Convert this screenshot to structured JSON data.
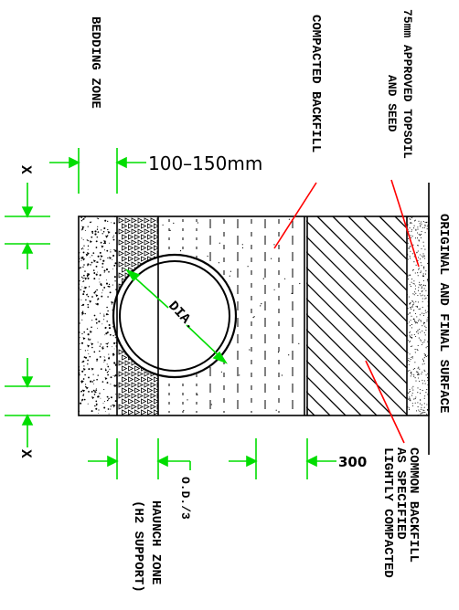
{
  "labels": {
    "bedding_zone": "BEDDING ZONE",
    "compacted_backfill": "COMPACTED BACKFILL",
    "topsoil_line1": "75mm APPROVED TOPSOIL",
    "topsoil_line2": "AND SEED",
    "surface": "ORIGINAL AND FINAL SURFACE",
    "common_line1": "COMMON BACKFILL",
    "common_line2": "AS SPECIFIED",
    "common_line3": "LIGHTLY COMPACTED",
    "haunch_line1": "HAUNCH ZONE",
    "haunch_line2": "(H2 SUPPORT)",
    "od": "O.D./3",
    "dia": "DIA.",
    "dim_bedding": "100–150mm",
    "dim_300": "300",
    "x_top": "X",
    "x_bottom": "X"
  },
  "colors": {
    "dimension": "#00dd00",
    "leader": "#ff0000",
    "outline": "#000000"
  }
}
